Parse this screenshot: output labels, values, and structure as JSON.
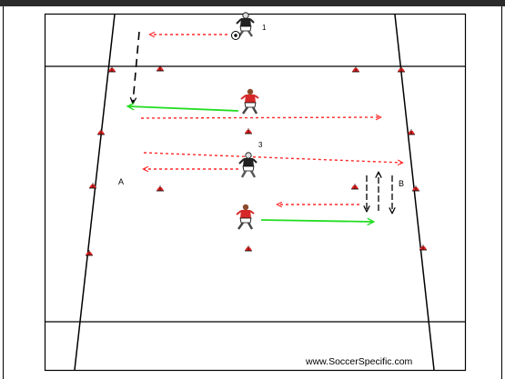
{
  "diagram": {
    "zone_labels": {
      "a": "A",
      "b": "B"
    },
    "player_numbers": {
      "p1": "1",
      "p3": "3"
    },
    "website": "www.SoccerSpecific.com"
  },
  "colors": {
    "pass_arrow": "#ff2a2a",
    "run_arrow": "#000000",
    "dribble_arrow": "#22dd22",
    "cone": "#e32222",
    "red_team": "#d62828",
    "dark_team": "#222222"
  },
  "icons": [
    "cone-icon",
    "player-red-icon",
    "player-dark-icon",
    "ball-icon"
  ]
}
